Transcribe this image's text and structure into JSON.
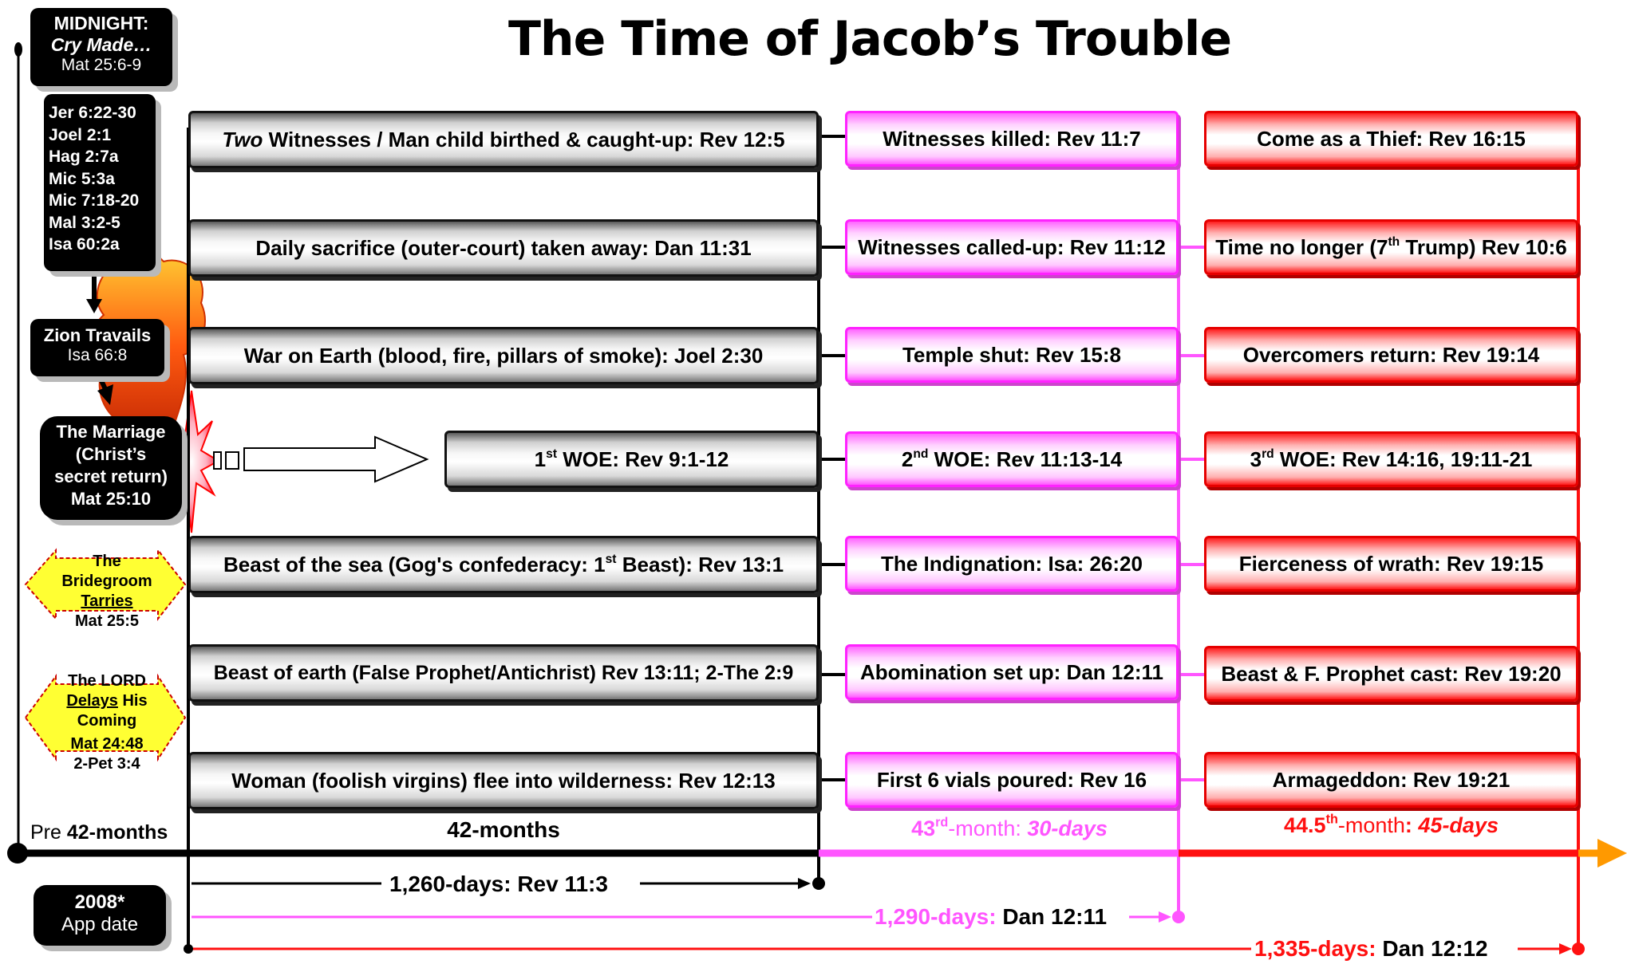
{
  "title": "The Time of Jacob’s Trouble",
  "colors": {
    "black": "#000000",
    "pink": "#ff55ff",
    "red": "#ff1010",
    "orange": "#ff9900",
    "yellow": "#ffff33"
  },
  "sidebar": {
    "midnight": {
      "line1": "MIDNIGHT:",
      "line2": "Cry Made…",
      "line3": "Mat 25:6-9"
    },
    "verses": [
      "Jer 6:22-30",
      "Joel 2:1",
      "Hag 2:7a",
      "Mic 5:3a",
      "Mic 7:18-20",
      "Mal 3:2-5",
      "Isa 60:2a"
    ],
    "zion": {
      "line1": "Zion Travails",
      "line2": "Isa 66:8"
    },
    "marriage": {
      "line1": "The Marriage",
      "line2": "(Christ’s",
      "line3": "secret return)",
      "line4": "Mat 25:10"
    },
    "bridegroom": {
      "line1": "The",
      "line2": "Bridegroom",
      "line3": "Tarries",
      "line4": "Mat 25:5"
    },
    "lord_delays": {
      "line1": "The LORD",
      "line2a": "Delays",
      "line2b": " His",
      "line3": "Coming",
      "line4": "Mat 24:48",
      "line5": "2-Pet 3:4"
    },
    "pre_label": {
      "prefix": "Pre ",
      "bold": "42-months"
    },
    "app_date": {
      "line1": "2008*",
      "line2": "App date"
    }
  },
  "column1": {
    "rows": [
      {
        "italic": "Two",
        "text": " Witnesses / Man child birthed & caught-up: Rev 12:5"
      },
      {
        "text": "Daily sacrifice (outer-court) taken away: Dan 11:31"
      },
      {
        "text": "War on Earth (blood, fire, pillars of smoke): Joel 2:30"
      },
      {
        "num": "1",
        "sup": "st",
        "text": " WOE: Rev 9:1-12"
      },
      {
        "pre": "Beast of the sea (Gog's confederacy: 1",
        "sup": "st",
        "text": " Beast): Rev 13:1"
      },
      {
        "text": "Beast of earth (False Prophet/Antichrist) Rev 13:11; 2-The 2:9"
      },
      {
        "text": "Woman (foolish virgins) flee into wilderness: Rev 12:13"
      }
    ],
    "period_label": "42-months",
    "days_label": "1,260-days: Rev 11:3"
  },
  "column2": {
    "rows": [
      {
        "text": "Witnesses killed: Rev 11:7"
      },
      {
        "text": "Witnesses called-up: Rev 11:12"
      },
      {
        "text": "Temple shut: Rev 15:8"
      },
      {
        "num": "2",
        "sup": "nd",
        "text": " WOE: Rev 11:13-14"
      },
      {
        "text": "The Indignation: Isa: 26:20"
      },
      {
        "text": "Abomination set up: Dan 12:11"
      },
      {
        "text": "First 6 vials poured: Rev 16"
      }
    ],
    "period": {
      "num": "43",
      "sup": "rd",
      "mid": "-month: ",
      "days": "30-days"
    },
    "days": {
      "colored": "1,290-days:",
      "black": " Dan 12:11"
    }
  },
  "column3": {
    "rows": [
      {
        "text": "Come as a Thief: Rev 16:15"
      },
      {
        "pre": "Time no longer (7",
        "sup": "th",
        "text": " Trump) Rev 10:6"
      },
      {
        "text": "Overcomers return: Rev 19:14"
      },
      {
        "num": "3",
        "sup": "rd",
        "text": " WOE: Rev 14:16, 19:11-21"
      },
      {
        "text": "Fierceness of wrath: Rev 19:15"
      },
      {
        "text": "Beast & F. Prophet cast: Rev 19:20"
      },
      {
        "text": "Armageddon: Rev 19:21"
      }
    ],
    "period": {
      "num": "44.5",
      "sup": "th",
      "mid": "-month",
      "colon": ": ",
      "days": "45-days"
    },
    "days": {
      "colored": "1,335-days:",
      "black": " Dan 12:12"
    }
  }
}
